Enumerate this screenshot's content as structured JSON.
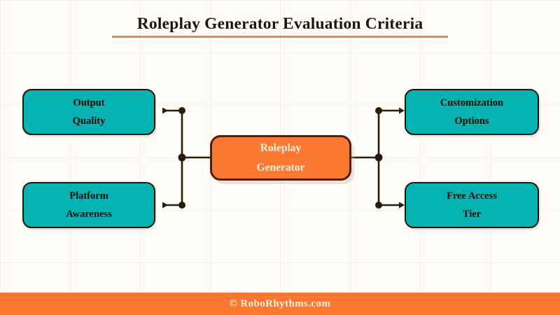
{
  "page": {
    "title": "Roleplay Generator Evaluation Criteria",
    "background_color": "#fffdf8",
    "accent_color": "#fa7832",
    "node_color": "#06b2b2",
    "connector_color": "#2b1c08"
  },
  "diagram": {
    "type": "mind-map",
    "center_node": {
      "id": "roleplay-generator",
      "line1": "Roleplay",
      "line2": "Generator",
      "fill": "#fa7832",
      "text_color": "#fdf3e4"
    },
    "branches": [
      {
        "id": "output-quality",
        "side": "left",
        "line1": "Output",
        "line2": "Quality",
        "fill": "#06b2b2",
        "text_color": "#140d05"
      },
      {
        "id": "platform-awareness",
        "side": "left",
        "line1": "Platform",
        "line2": "Awareness",
        "fill": "#06b2b2",
        "text_color": "#140d05"
      },
      {
        "id": "customization-options",
        "side": "right",
        "line1": "Customization",
        "line2": "Options",
        "fill": "#06b2b2",
        "text_color": "#140d05"
      },
      {
        "id": "free-access-tier",
        "side": "right",
        "line1": "Free Access",
        "line2": "Tier",
        "fill": "#06b2b2",
        "text_color": "#140d05"
      }
    ]
  },
  "footer": {
    "text": "© RoboRhythms.com",
    "background": "#fa7832",
    "text_color": "#fdf0e0"
  }
}
